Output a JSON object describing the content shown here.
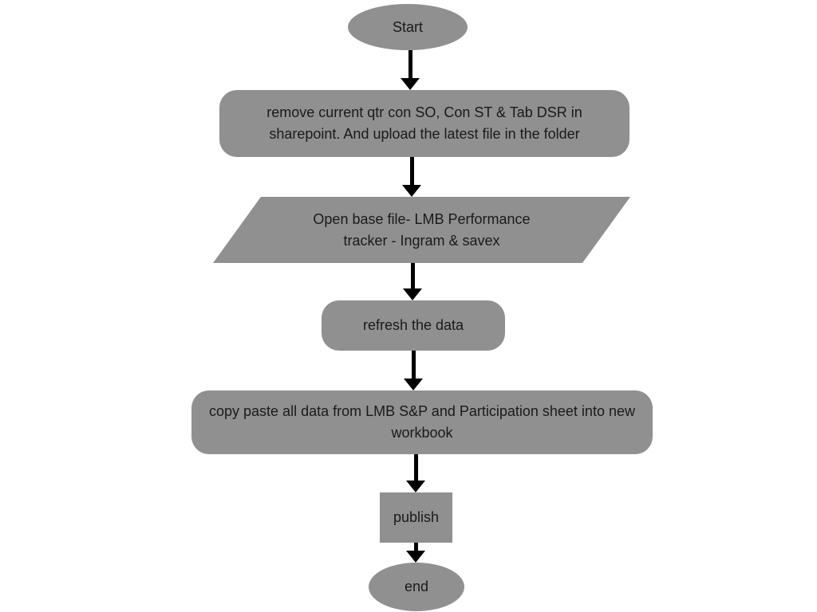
{
  "diagram": {
    "type": "flowchart",
    "background": "#ffffff",
    "shape_fill": "#909090",
    "text_color": "#1a1a1a",
    "arrow_color": "#000000",
    "nodes": [
      {
        "id": "start",
        "shape": "ellipse",
        "label": "Start"
      },
      {
        "id": "remove-upload",
        "shape": "rounded-rectangle",
        "label": "remove current qtr con SO, Con ST & Tab DSR in sharepoint. And upload the latest file in the folder"
      },
      {
        "id": "open-base-file",
        "shape": "parallelogram",
        "label": "Open base file- LMB Performance tracker - Ingram & savex"
      },
      {
        "id": "refresh-data",
        "shape": "rounded-rectangle",
        "label": "refresh the data"
      },
      {
        "id": "copy-paste",
        "shape": "rounded-rectangle",
        "label": "copy paste all data from LMB S&P  and Participation sheet into new workbook"
      },
      {
        "id": "publish",
        "shape": "rectangle",
        "label": "publish"
      },
      {
        "id": "end",
        "shape": "ellipse",
        "label": "end"
      }
    ],
    "edges": [
      {
        "from": "start",
        "to": "remove-upload"
      },
      {
        "from": "remove-upload",
        "to": "open-base-file"
      },
      {
        "from": "open-base-file",
        "to": "refresh-data"
      },
      {
        "from": "refresh-data",
        "to": "copy-paste"
      },
      {
        "from": "copy-paste",
        "to": "publish"
      },
      {
        "from": "publish",
        "to": "end"
      }
    ]
  }
}
